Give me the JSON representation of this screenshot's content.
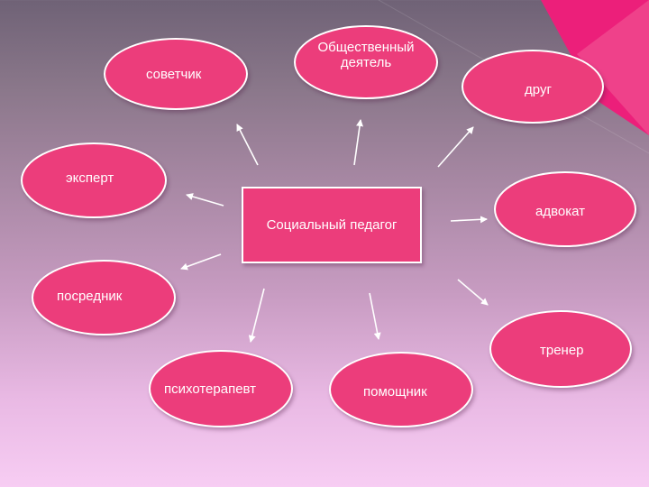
{
  "diagram": {
    "center": "Социальный педагог",
    "roles": {
      "sovetchik": "советчик",
      "obshchestvennyi_deyatel": "Общественный деятель",
      "drug": "друг",
      "ekspert": "эксперт",
      "advokat": "адвокат",
      "posrednik": "посредник",
      "trener": "тренер",
      "psikhoterapevt": "психотерапевт",
      "pomoshchnik": "помощник"
    }
  },
  "colors": {
    "node_fill": "#ec3d7b",
    "node_border": "#ffffff",
    "arrow": "#ffffff",
    "corner_accent": "#ec1f7a"
  }
}
